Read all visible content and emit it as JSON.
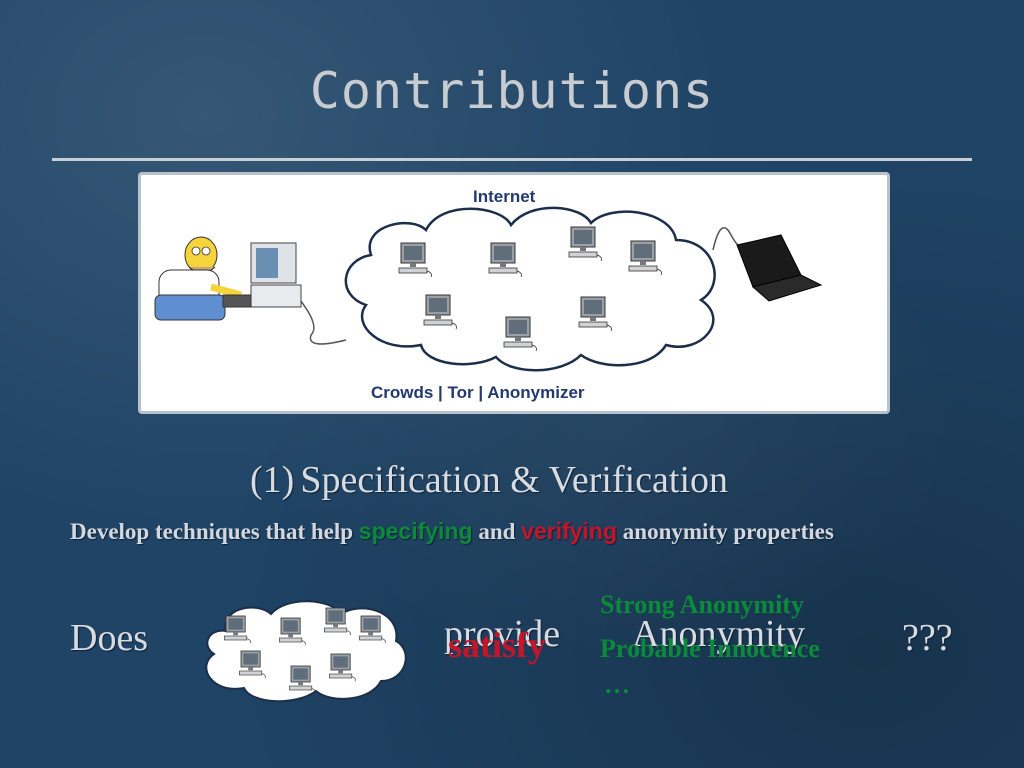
{
  "slide": {
    "title": "Contributions"
  },
  "diagram": {
    "internet_label": "Internet",
    "systems_label": "Crowds | Tor | Anonymizer"
  },
  "section": {
    "number": "(1)",
    "heading": "Specification &  Verification",
    "description_prefix": "Develop techniques that help ",
    "description_green": "specifying",
    "description_mid": " and ",
    "description_red": "verifying",
    "description_suffix": " anonymity properties"
  },
  "question": {
    "does": "Does",
    "provide": "provide",
    "satisfy": "satisfy",
    "anonymity": "Anonymity",
    "strong": "Strong Anonymity",
    "probable": "Probable Innocence",
    "ellipsis": "…",
    "marks": "???"
  },
  "colors": {
    "background": "#1f4466",
    "green_text": "#0b8a39",
    "red_text": "#c4152a",
    "label_blue": "#223a6e"
  }
}
